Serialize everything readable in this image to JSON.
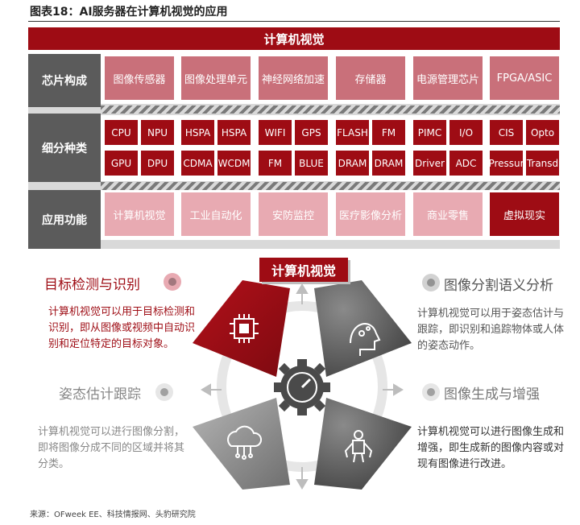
{
  "title": "图表18：AI服务器在计算机视觉的应用",
  "banner": "计算机视觉",
  "rows": {
    "chips": {
      "label": "芯片构成",
      "items": [
        "图像传感器",
        "图像处理单元",
        "神经网络加速",
        "存储器",
        "电源管理芯片",
        "FPGA/ASIC"
      ]
    },
    "types": {
      "label": "细分种类",
      "top": [
        "CPU",
        "NPU",
        "HSPA",
        "HSPA",
        "WIFI",
        "GPS",
        "FLASH",
        "FM",
        "PIMC",
        "I/O",
        "CIS",
        "Opto"
      ],
      "bottom": [
        "GPU",
        "DPU",
        "CDMA",
        "WCDM",
        "FM",
        "BLUE",
        "DRAM",
        "DRAM",
        "Driver",
        "ADC",
        "Pressur",
        "Transd"
      ]
    },
    "funcs": {
      "label": "应用功能",
      "items": [
        "计算机视觉",
        "工业自动化",
        "安防监控",
        "医疗影像分析",
        "商业零售",
        "虚拟现实"
      ]
    }
  },
  "diagram": {
    "header": "计算机视觉",
    "sections": {
      "detect": {
        "title": "目标检测与识别",
        "desc": "计算机视觉可以用于目标检测和识别，即从图像或视频中自动识别和定位特定的目标对象。"
      },
      "segment": {
        "title": "图像分割语义分析",
        "desc": "计算机视觉可以用于姿态估计与跟踪，即识别和追踪物体或人体的姿态动作。"
      },
      "pose": {
        "title": "姿态估计跟踪",
        "desc": "计算机视觉可以进行图像分割，即将图像分成不同的区域并将其分类。"
      },
      "generate": {
        "title": "图像生成与增强",
        "desc": "计算机视觉可以进行图像生成和增强，即生成新的图像内容或对现有图像进行改进。"
      }
    }
  },
  "source": "来源：OFweek EE、科技情报网、头豹研究院",
  "colors": {
    "accent": "#9e0c14",
    "pink": "#c9707a",
    "light_pink": "#e8aab2",
    "gray": "#5b5b5b"
  }
}
